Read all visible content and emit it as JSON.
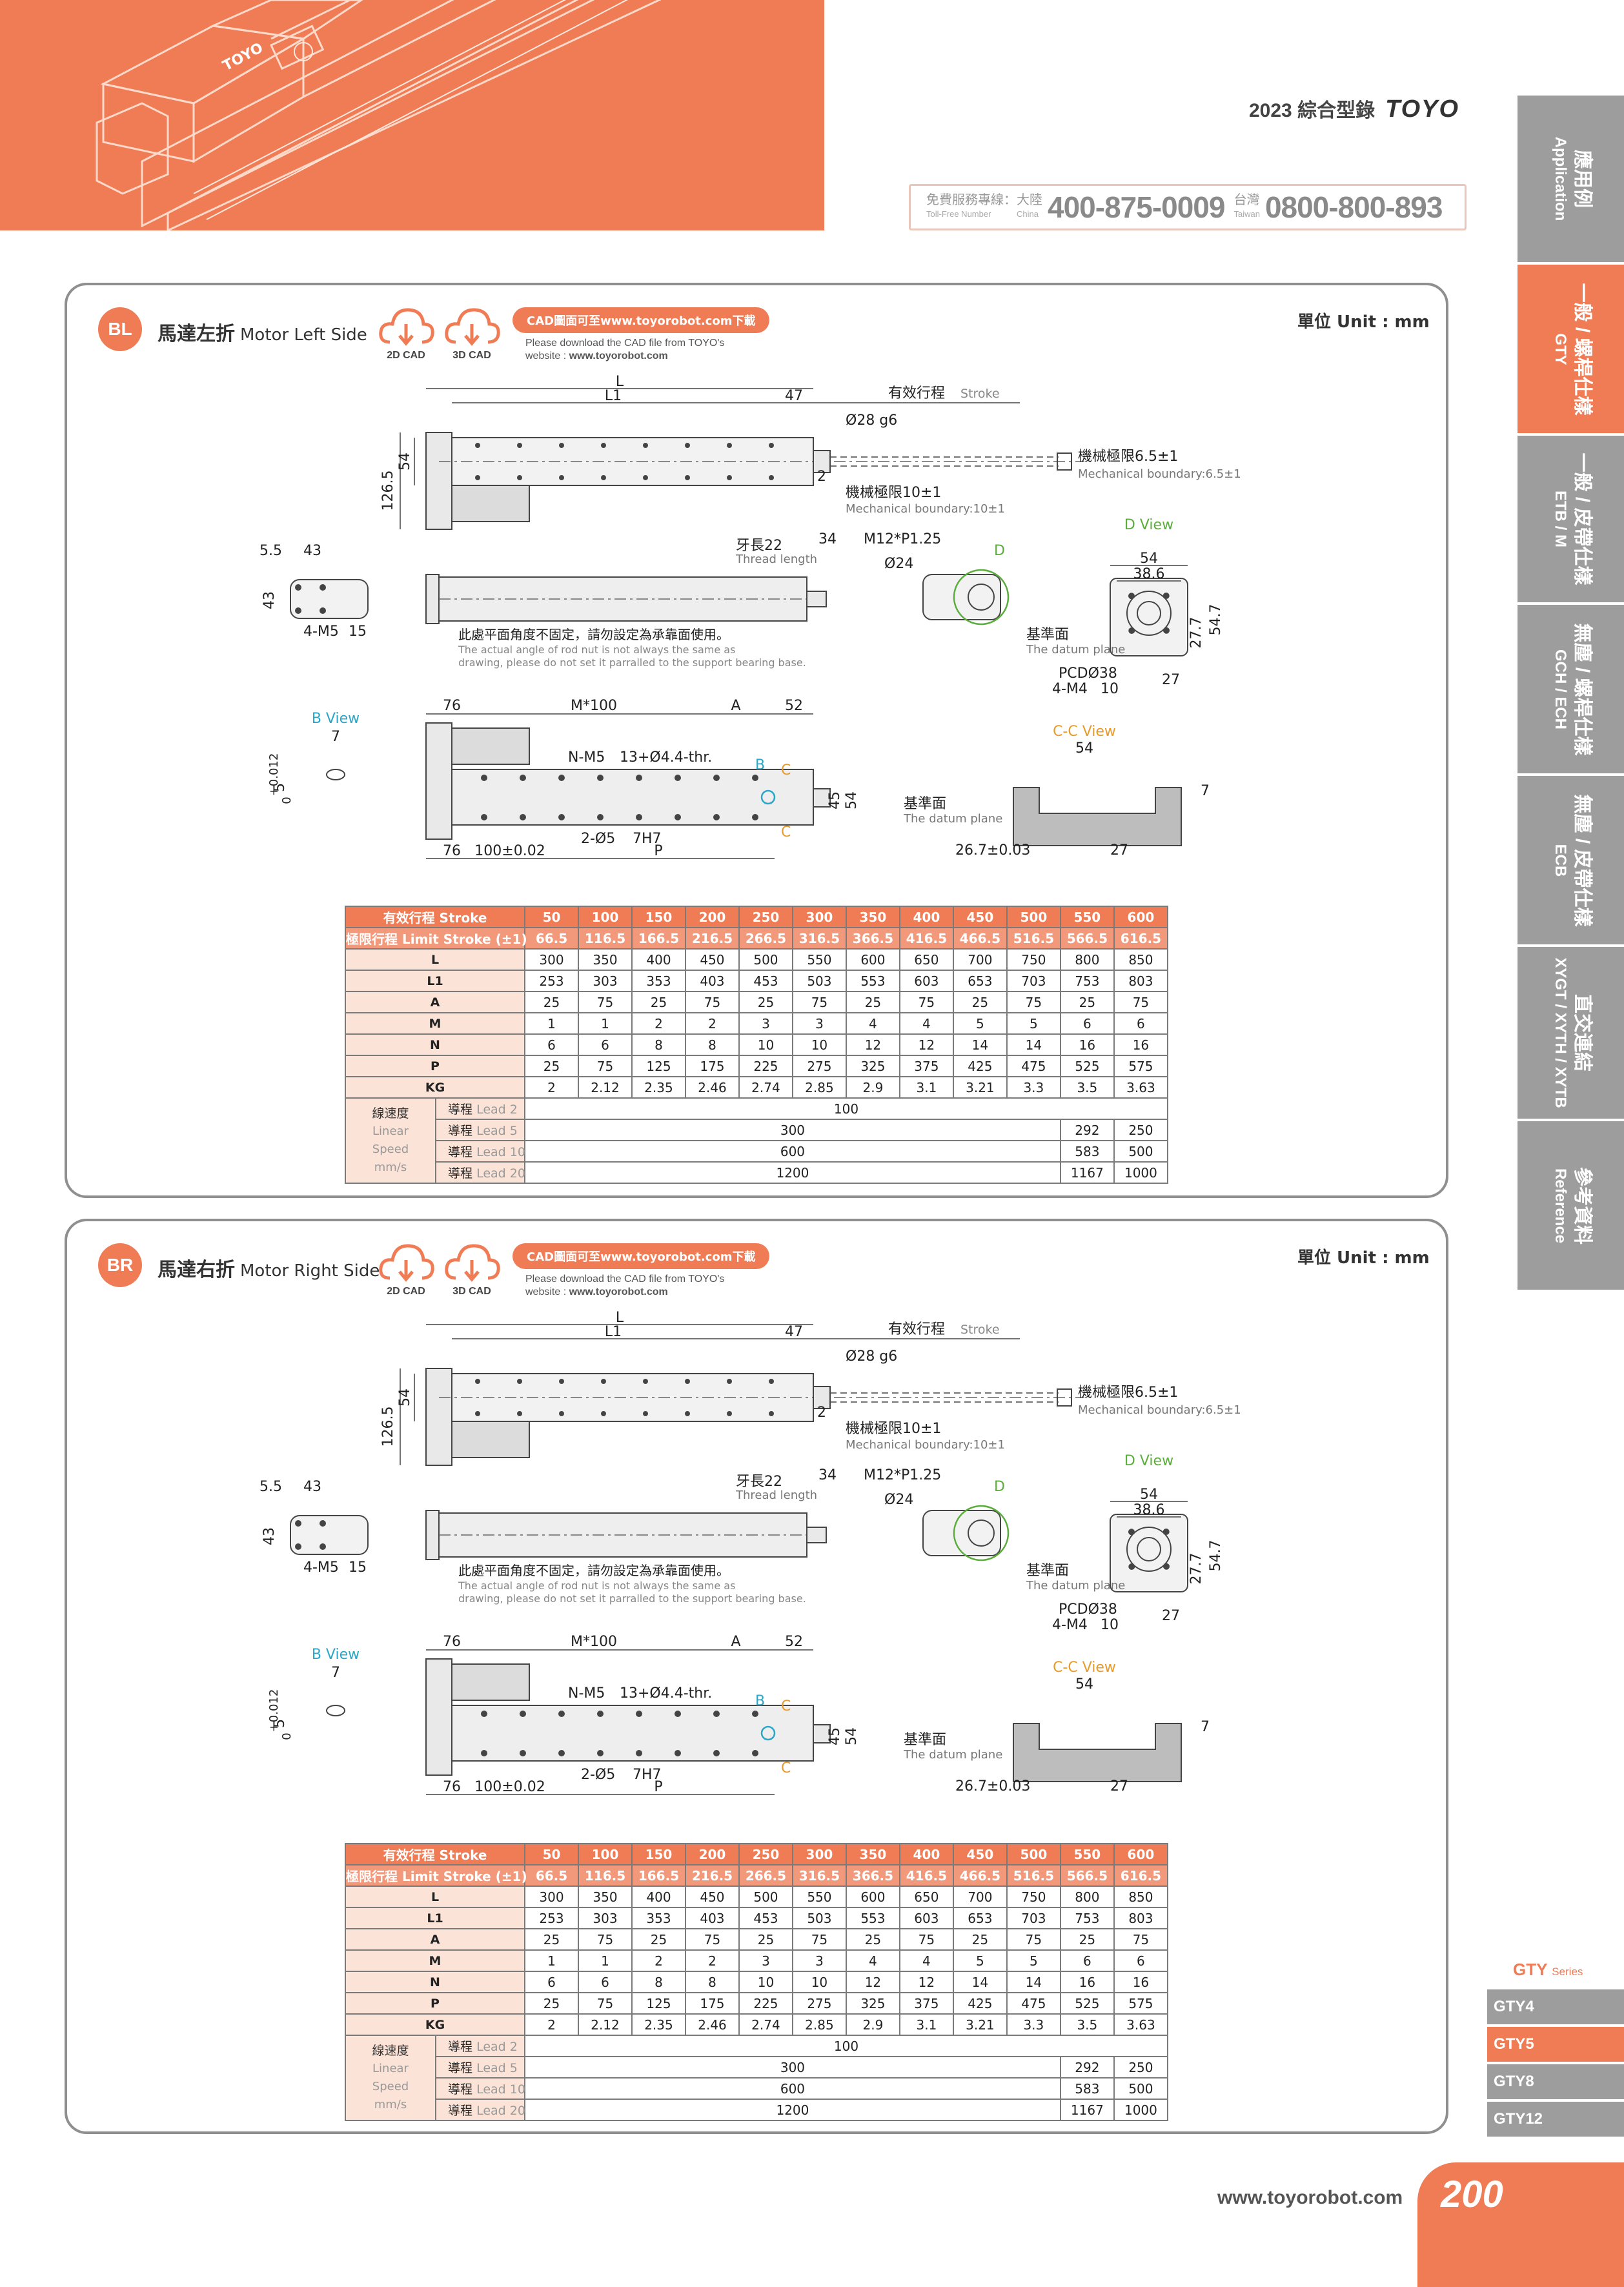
{
  "header": {
    "year_title": "2023  綜合型錄",
    "brand": "TOYO",
    "hotline": {
      "label": "免費服務專線：",
      "label_en": "Toll-Free Number",
      "cn_label": "大陸",
      "cn_en": "China",
      "cn_number": "400-875-0009",
      "tw_label": "台灣",
      "tw_en": "Taiwan",
      "tw_number": "0800-800-893"
    }
  },
  "side_tabs": [
    {
      "label": "應用例",
      "sub": "Application"
    },
    {
      "label": "一般 / 螺桿仕樣",
      "sub": "GTY"
    },
    {
      "label": "一般 / 皮帶仕樣",
      "sub": "ETB / M"
    },
    {
      "label": "無塵 / 螺桿仕樣",
      "sub": "GCH / ECH"
    },
    {
      "label": "無塵 / 皮帶仕樣",
      "sub": "ECB"
    },
    {
      "label": "直交連結",
      "sub": "XYGT / XYTH / XYTB"
    },
    {
      "label": "參考資料",
      "sub": "Reference"
    }
  ],
  "sections": [
    {
      "badge": "BL",
      "title": "馬達左折",
      "title_en": "Motor Left Side",
      "cad2d": "2D CAD",
      "cad3d": "3D CAD",
      "cad_pill": "CAD圖面可至www.toyorobot.com下載",
      "cad_note1": "Please download the CAD file from TOYO's",
      "cad_note2": "website : ",
      "cad_site": "www.toyorobot.com",
      "unit": "單位 Unit : mm"
    },
    {
      "badge": "BR",
      "title": "馬達右折",
      "title_en": "Motor Right Side",
      "cad2d": "2D CAD",
      "cad3d": "3D CAD",
      "cad_pill": "CAD圖面可至www.toyorobot.com下載",
      "cad_note1": "Please download the CAD file from TOYO's",
      "cad_note2": "website : ",
      "cad_site": "www.toyorobot.com",
      "unit": "單位 Unit : mm"
    }
  ],
  "drawing_labels": {
    "L": "L",
    "L1": "L1",
    "d47": "47",
    "stroke_cn": "有效行程",
    "stroke_en": "Stroke",
    "shaft": "Ø28 g6",
    "d126": "126.5",
    "d54": "54",
    "d2": "2",
    "mech65_cn": "機械極限6.5±1",
    "mech65_en": "Mechanical boundary:6.5±1",
    "mech10_cn": "機械極限10±1",
    "mech10_en": "Mechanical boundary:10±1",
    "d55": "5.5",
    "d43": "43",
    "m5": "4-M5",
    "m5b": "15",
    "thread_cn": "牙長22",
    "thread_en": "Thread length",
    "d34": "34",
    "m12": "M12*P1.25",
    "d24": "Ø24",
    "D": "D",
    "note_cn": "此處平面角度不固定，請勿設定為承靠面使用。",
    "note_en1": "The actual angle of rod nut is not always the same as",
    "note_en2": "drawing, please do not set it parralled to the support bearing base.",
    "dview": "D View",
    "d386": "38.6",
    "d277": "27.7",
    "d547": "54.7",
    "d27": "27",
    "datum_cn": "基準面",
    "datum_en": "The datum plane",
    "pcd": "PCDØ38",
    "m4": "4-M4",
    "m4b": "10",
    "bview": "B View",
    "d7": "7",
    "tol": "5",
    "tol_up": "+0.012",
    "tol_dn": "0",
    "d76": "76",
    "m100": "M*100",
    "A": "A",
    "d52": "52",
    "nm5": "N-M5",
    "nm5b": "13+Ø4.4-thr.",
    "B": "B",
    "C": "C",
    "d45": "45",
    "pin": "2-Ø5",
    "pinb": "7H7",
    "d100": "100±0.02",
    "P": "P",
    "ccview": "C-C View",
    "d267": "26.7±0.03"
  },
  "spec_table": {
    "row_header_stroke": "有效行程 Stroke",
    "row_header_limit": "極限行程 Limit Stroke (±1)",
    "strokes": [
      "50",
      "100",
      "150",
      "200",
      "250",
      "300",
      "350",
      "400",
      "450",
      "500",
      "550",
      "600"
    ],
    "limit_strokes": [
      "66.5",
      "116.5",
      "166.5",
      "216.5",
      "266.5",
      "316.5",
      "366.5",
      "416.5",
      "466.5",
      "516.5",
      "566.5",
      "616.5"
    ],
    "rows": [
      {
        "name": "L",
        "values": [
          "300",
          "350",
          "400",
          "450",
          "500",
          "550",
          "600",
          "650",
          "700",
          "750",
          "800",
          "850"
        ]
      },
      {
        "name": "L1",
        "values": [
          "253",
          "303",
          "353",
          "403",
          "453",
          "503",
          "553",
          "603",
          "653",
          "703",
          "753",
          "803"
        ]
      },
      {
        "name": "A",
        "values": [
          "25",
          "75",
          "25",
          "75",
          "25",
          "75",
          "25",
          "75",
          "25",
          "75",
          "25",
          "75"
        ]
      },
      {
        "name": "M",
        "values": [
          "1",
          "1",
          "2",
          "2",
          "3",
          "3",
          "4",
          "4",
          "5",
          "5",
          "6",
          "6"
        ]
      },
      {
        "name": "N",
        "values": [
          "6",
          "6",
          "8",
          "8",
          "10",
          "10",
          "12",
          "12",
          "14",
          "14",
          "16",
          "16"
        ]
      },
      {
        "name": "P",
        "values": [
          "25",
          "75",
          "125",
          "175",
          "225",
          "275",
          "325",
          "375",
          "425",
          "475",
          "525",
          "575"
        ]
      },
      {
        "name": "KG",
        "values": [
          "2",
          "2.12",
          "2.35",
          "2.46",
          "2.74",
          "2.85",
          "2.9",
          "3.1",
          "3.21",
          "3.3",
          "3.5",
          "3.63"
        ]
      }
    ],
    "speed_label": "線速度",
    "speed_label_en1": "Linear",
    "speed_label_en2": "Speed",
    "speed_unit": "mm/s",
    "lead_rows": [
      {
        "cn": "導程",
        "en": "Lead 2",
        "merged": "100",
        "v550": "",
        "v600": ""
      },
      {
        "cn": "導程",
        "en": "Lead 5",
        "merged": "300",
        "v550": "292",
        "v600": "250"
      },
      {
        "cn": "導程",
        "en": "Lead 10",
        "merged": "600",
        "v550": "583",
        "v600": "500"
      },
      {
        "cn": "導程",
        "en": "Lead 20",
        "merged": "1200",
        "v550": "1167",
        "v600": "1000"
      }
    ]
  },
  "series": {
    "title": "GTY",
    "title_small": "Series",
    "items": [
      "GTY4",
      "GTY5",
      "GTY8",
      "GTY12"
    ],
    "active": "GTY5"
  },
  "footer": {
    "url": "www.toyorobot.com",
    "page": "200"
  },
  "colors": {
    "accent": "#f07c56",
    "tab_gray": "#9d9d9d",
    "table_label_bg": "#fbe3d7",
    "dim_green": "#5aad3a",
    "dim_cyan": "#2aa6c8",
    "dim_orange": "#e89a2a"
  }
}
